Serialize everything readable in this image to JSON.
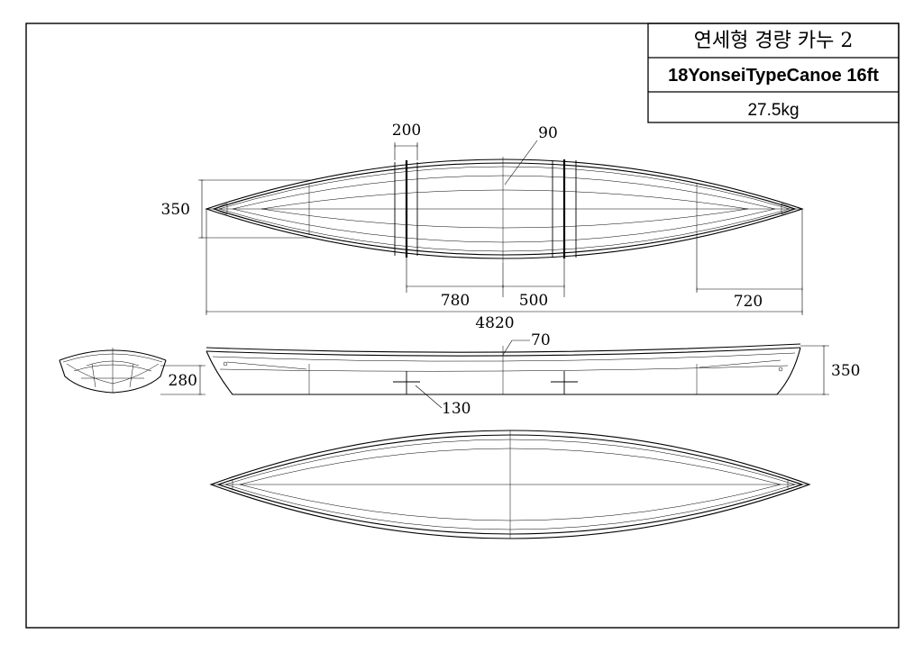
{
  "title_block": {
    "name_ko": "연세형 경량 카누 2",
    "model": "18YonseiTypeCanoe 16ft",
    "weight": "27.5kg"
  },
  "dimensions": {
    "beam": "350",
    "thwart_width": "200",
    "center_mark": "90",
    "fore_offset": "780",
    "aft_offset": "500",
    "deck_length": "720",
    "overall_length": "4820",
    "sheer_mark": "70",
    "section_depth": "280",
    "side_depth": "350",
    "seat_height": "130"
  }
}
